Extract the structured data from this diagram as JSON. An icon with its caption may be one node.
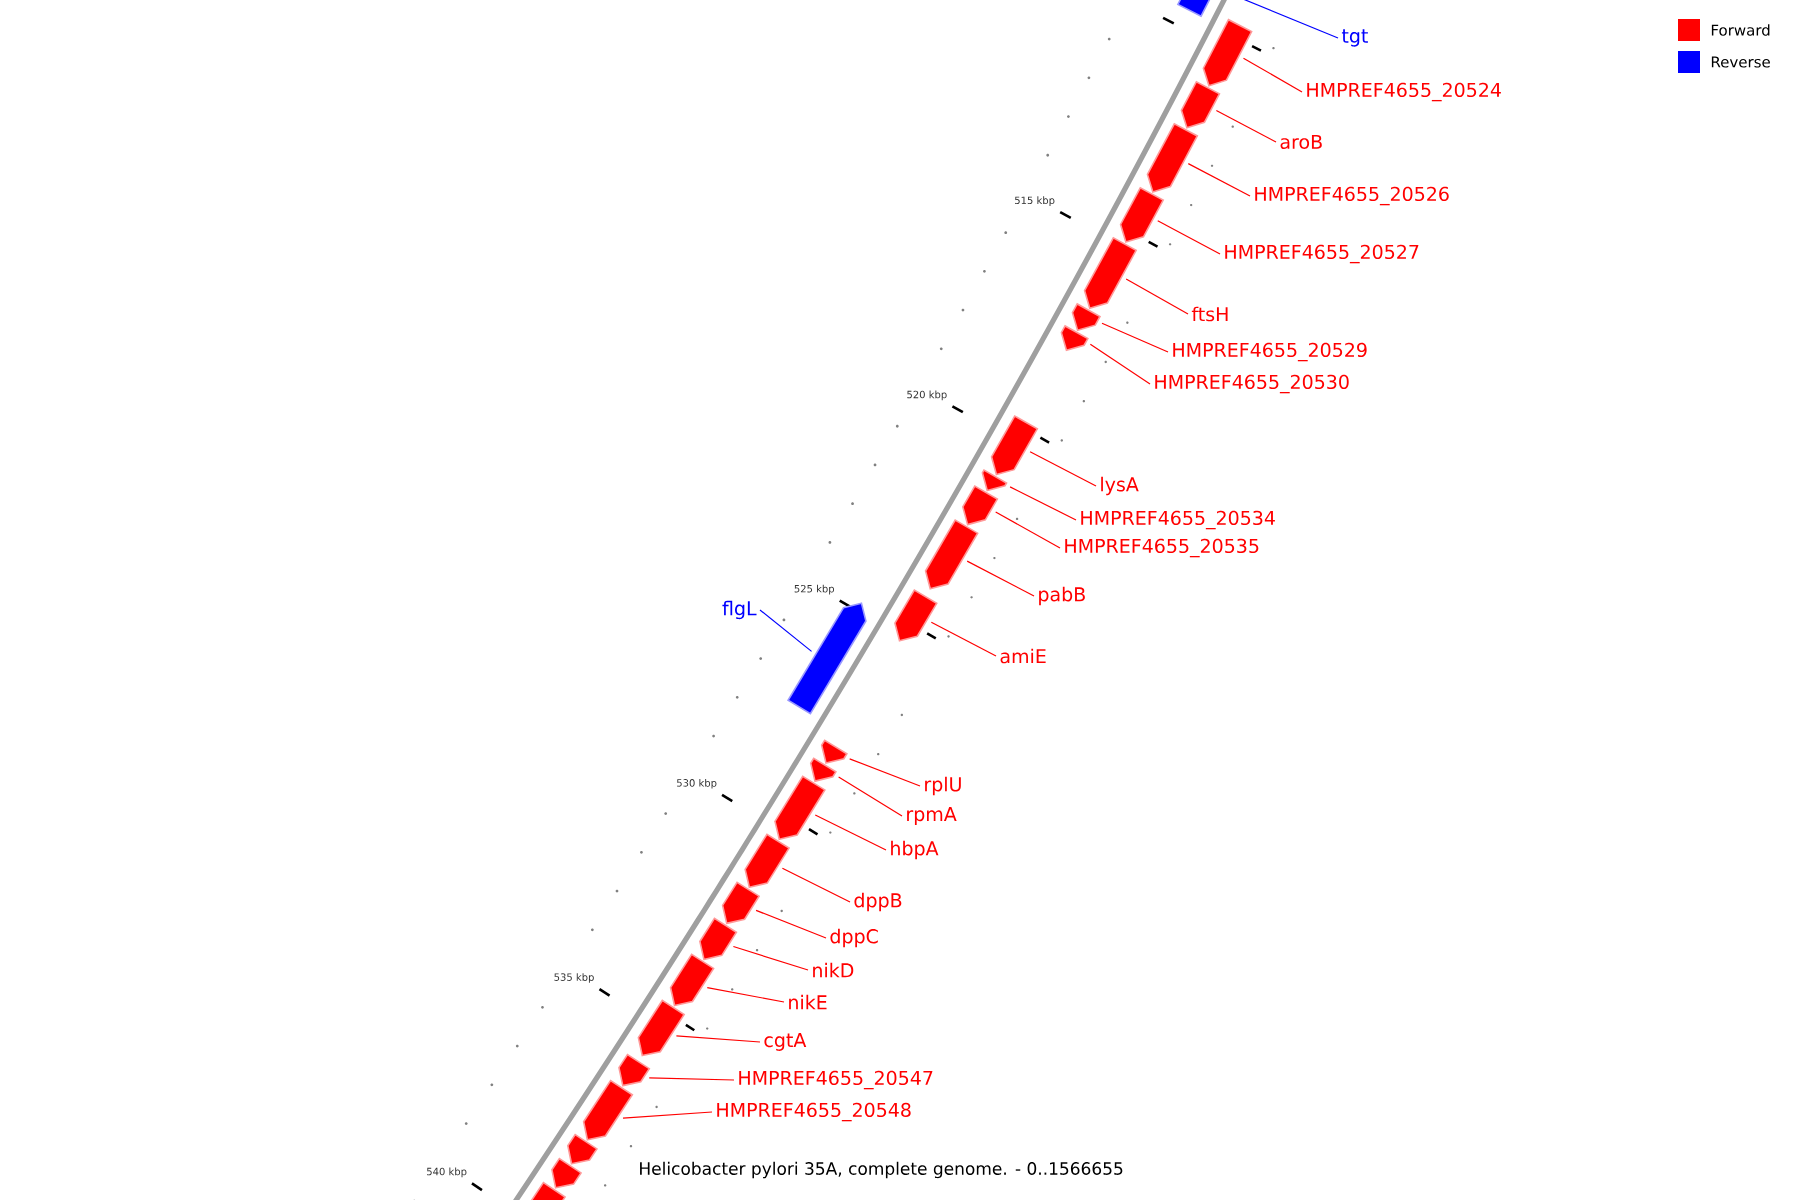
{
  "diagram": {
    "caption": "Helicobacter pylori 35A, complete genome. - 0..1566655",
    "nodes": [
      {
        "text": [],
        "shape": "pentagon"
      },
      {
        "text": [
          "tgt"
        ]
      },
      {
        "text": [],
        "shape": "pentagon"
      },
      {
        "text": [
          "HMPREF4655_20524"
        ]
      },
      {
        "text": [],
        "shape": "pentagon"
      },
      {
        "text": [
          "aroB"
        ]
      },
      {
        "text": [],
        "shape": "pentagon"
      },
      {
        "text": [
          "HMPREF4655_20526"
        ]
      },
      {
        "text": [],
        "shape": "pentagon"
      },
      {
        "text": [
          "HMPREF4655_20527"
        ]
      },
      {
        "text": [],
        "shape": "pentagon"
      },
      {
        "text": [
          "ftsH"
        ]
      },
      {
        "text": [],
        "shape": "pentagon"
      },
      {
        "text": [
          "HMPREF4655_20529"
        ]
      },
      {
        "text": [],
        "shape": "pentagon"
      },
      {
        "text": [
          "HMPREF4655_20530"
        ]
      },
      {
        "text": [],
        "shape": "pentagon"
      },
      {
        "text": [
          "lysA"
        ]
      },
      {
        "text": [],
        "shape": "pentagon"
      },
      {
        "text": [
          "HMPREF4655_20534"
        ]
      },
      {
        "text": [],
        "shape": "pentagon"
      },
      {
        "text": [
          "HMPREF4655_20535"
        ]
      },
      {
        "text": [],
        "shape": "pentagon"
      },
      {
        "text": [
          "pabB"
        ]
      },
      {
        "text": [],
        "shape": "pentagon"
      },
      {
        "text": [
          "amiE"
        ]
      },
      {
        "text": [],
        "shape": "pentagon"
      },
      {
        "text": [
          "flgL"
        ]
      },
      {
        "text": [],
        "shape": "pentagon"
      },
      {
        "text": [
          "rplU"
        ]
      },
      {
        "text": [],
        "shape": "pentagon"
      },
      {
        "text": [
          "rpmA"
        ]
      },
      {
        "text": [],
        "shape": "pentagon"
      },
      {
        "text": [
          "hbpA"
        ]
      },
      {
        "text": [],
        "shape": "pentagon"
      },
      {
        "text": [
          "dppB"
        ]
      },
      {
        "text": [],
        "shape": "pentagon"
      },
      {
        "text": [
          "dppC"
        ]
      },
      {
        "text": [],
        "shape": "pentagon"
      },
      {
        "text": [
          "nikD"
        ]
      },
      {
        "text": [],
        "shape": "pentagon"
      },
      {
        "text": [
          "nikE"
        ]
      },
      {
        "text": [],
        "shape": "pentagon"
      },
      {
        "text": [
          "cgtA"
        ]
      },
      {
        "text": [],
        "shape": "pentagon"
      },
      {
        "text": [
          "HMPREF4655_20547"
        ]
      },
      {
        "text": [],
        "shape": "pentagon"
      },
      {
        "text": [
          "HMPREF4655_20548"
        ]
      },
      {
        "text": [],
        "shape": "pentagon"
      },
      {
        "text": [],
        "shape": "pentagon"
      },
      {
        "text": [],
        "shape": "pentagon"
      }
    ],
    "edges": [
      {
        "from": 1,
        "to": 0,
        "arrow": "none",
        "color": "#0000ff"
      },
      {
        "from": 3,
        "to": 2,
        "arrow": "none"
      },
      {
        "from": 5,
        "to": 4,
        "arrow": "none"
      },
      {
        "from": 7,
        "to": 6,
        "arrow": "none"
      },
      {
        "from": 9,
        "to": 8,
        "arrow": "none"
      },
      {
        "from": 11,
        "to": 10,
        "arrow": "none"
      },
      {
        "from": 13,
        "to": 12,
        "arrow": "none"
      },
      {
        "from": 15,
        "to": 14,
        "arrow": "none"
      },
      {
        "from": 17,
        "to": 16,
        "arrow": "none"
      },
      {
        "from": 19,
        "to": 18,
        "arrow": "none"
      },
      {
        "from": 21,
        "to": 20,
        "arrow": "none"
      },
      {
        "from": 23,
        "to": 22,
        "arrow": "none"
      },
      {
        "from": 25,
        "to": 24,
        "arrow": "none"
      },
      {
        "from": 27,
        "to": 26,
        "arrow": "none",
        "color": "#0000ff"
      },
      {
        "from": 29,
        "to": 28,
        "arrow": "none"
      },
      {
        "from": 31,
        "to": 30,
        "arrow": "none"
      },
      {
        "from": 33,
        "to": 32,
        "arrow": "none"
      },
      {
        "from": 35,
        "to": 34,
        "arrow": "none"
      },
      {
        "from": 37,
        "to": 36,
        "arrow": "none"
      },
      {
        "from": 39,
        "to": 38,
        "arrow": "none"
      },
      {
        "from": 41,
        "to": 40,
        "arrow": "none"
      },
      {
        "from": 43,
        "to": 42,
        "arrow": "none"
      },
      {
        "from": 45,
        "to": 44,
        "arrow": "none"
      },
      {
        "from": 47,
        "to": 46,
        "arrow": "none"
      }
    ],
    "labels": [
      "515 kbp",
      "520 kbp",
      "525 kbp",
      "530 kbp",
      "535 kbp",
      "540 kbp"
    ],
    "legend": [
      {
        "text": "Forward",
        "color": "#ff0000"
      },
      {
        "text": "Reverse",
        "color": "#0000ff"
      }
    ]
  }
}
